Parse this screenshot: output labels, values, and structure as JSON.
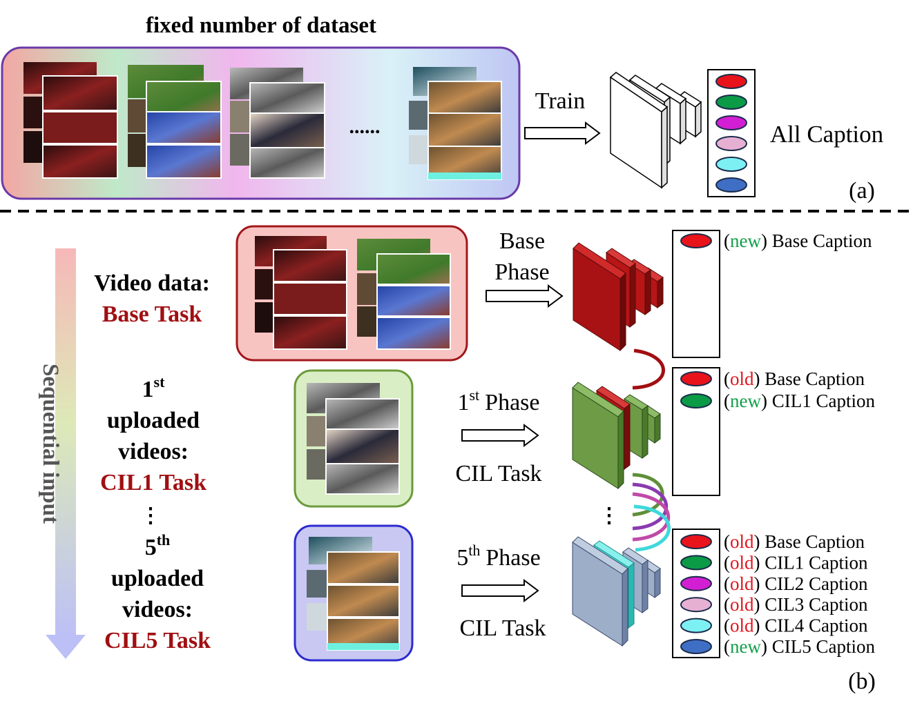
{
  "part_a": {
    "title": "fixed number of dataset",
    "train_label": "Train",
    "dots": "......",
    "output_label": "All Caption",
    "panel_label": "(a)",
    "caption_colors": [
      "#e8131b",
      "#0b9a45",
      "#d21fd3",
      "#e6b0d3",
      "#7df0f3",
      "#3f6ec5"
    ]
  },
  "part_b": {
    "panel_label": "(b)",
    "sequential_label": "Sequential input",
    "video_data_label": "Video data:",
    "base_task_label": "Base Task",
    "first_sup": "st",
    "first_num": "1",
    "uploaded": "uploaded",
    "videos": "videos:",
    "cil1_task": "CIL1 Task",
    "vdots": "⋮",
    "fifth_num": "5",
    "fifth_sup": "th",
    "cil5_task": "CIL5 Task",
    "base_phase_line1": "Base",
    "base_phase_line2": "Phase",
    "phase1_num": "1",
    "phase1_sup": "st",
    "phase1_word": "Phase",
    "phase1_task": "CIL Task",
    "phase5_num": "5",
    "phase5_sup": "th",
    "phase5_word": "Phase",
    "phase5_task": "CIL Task",
    "old_tag": "old",
    "new_tag": "new",
    "base_list": [
      {
        "tag": "new",
        "label": "Base Caption",
        "color": "#e8131b"
      }
    ],
    "cil1_list": [
      {
        "tag": "old",
        "label": "Base Caption",
        "color": "#e8131b"
      },
      {
        "tag": "new",
        "label": "CIL1 Caption",
        "color": "#0b9a45"
      }
    ],
    "cil5_list": [
      {
        "tag": "old",
        "label": "Base Caption",
        "color": "#e8131b"
      },
      {
        "tag": "old",
        "label": "CIL1 Caption",
        "color": "#0b9a45"
      },
      {
        "tag": "old",
        "label": "CIL2 Caption",
        "color": "#d21fd3"
      },
      {
        "tag": "old",
        "label": "CIL3 Caption",
        "color": "#e6b0d3"
      },
      {
        "tag": "old",
        "label": "CIL4 Caption",
        "color": "#7df0f3"
      },
      {
        "tag": "new",
        "label": "CIL5 Caption",
        "color": "#3f6ec5"
      }
    ],
    "colors": {
      "task_red": "#a10f12",
      "old_red": "#e0161c",
      "new_green": "#11a04a",
      "base_model": "#b81516",
      "cil1_model": "#6d9b46",
      "cil5_model": "#9daec9",
      "cyan_layer": "#4de2dc"
    }
  }
}
